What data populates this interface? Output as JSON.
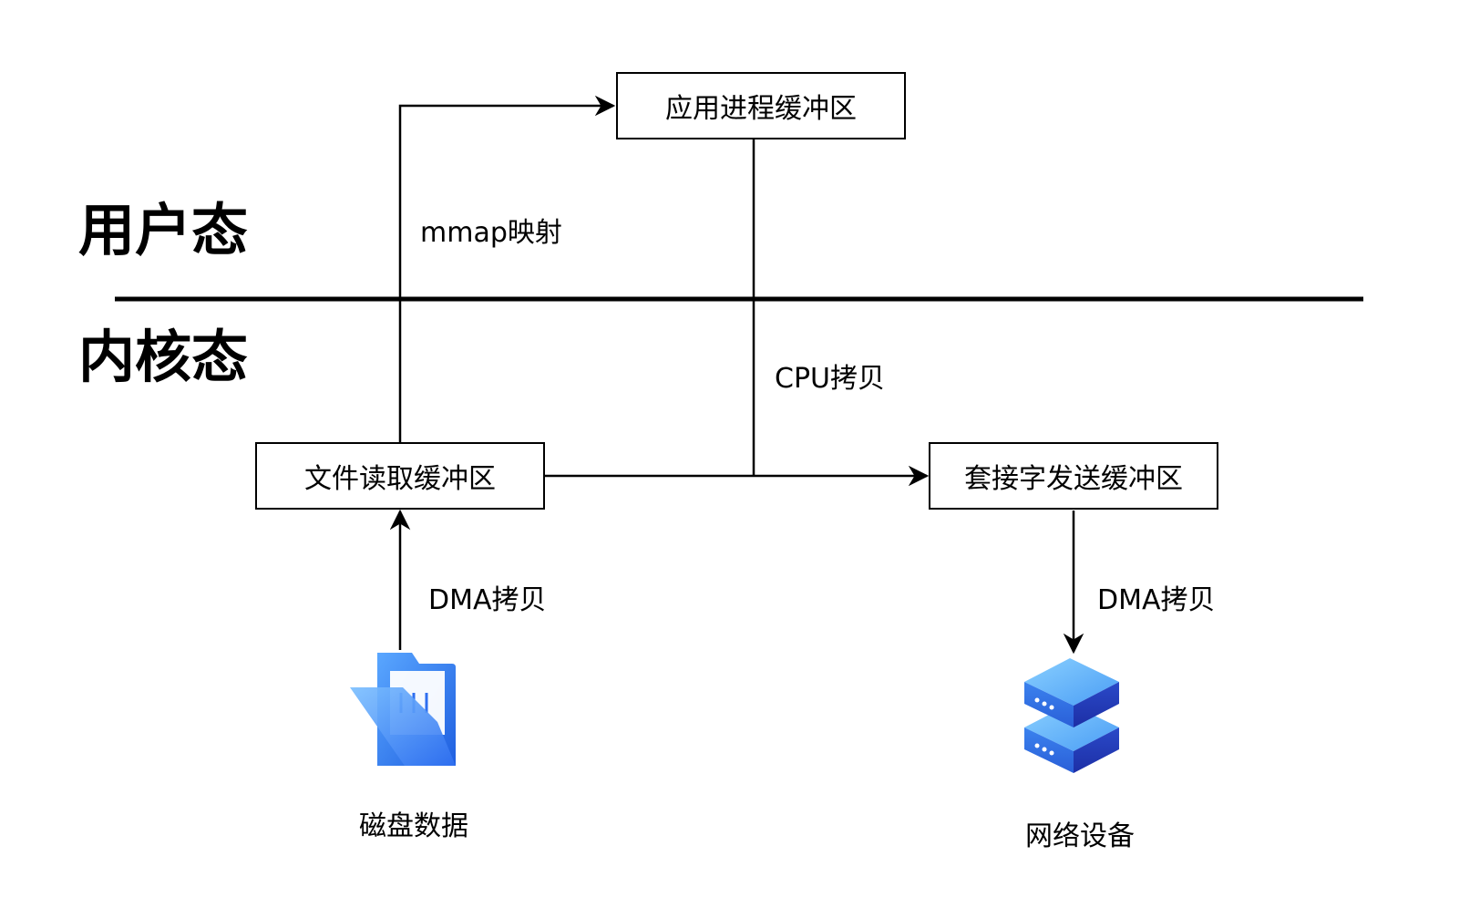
{
  "zones": {
    "user": "用户态",
    "kernel": "内核态"
  },
  "boxes": {
    "app_buffer": "应用进程缓冲区",
    "file_buffer": "文件读取缓冲区",
    "socket_buffer": "套接字发送缓冲区"
  },
  "edges": {
    "mmap": "mmap映射",
    "cpu_copy": "CPU拷贝",
    "dma_in": "DMA拷贝",
    "dma_out": "DMA拷贝"
  },
  "devices": {
    "disk": {
      "label": "磁盘数据",
      "icon": "folder-icon",
      "color": "#3f8cf7"
    },
    "network": {
      "label": "网络设备",
      "icon": "server-icon",
      "color": "#2d57d6"
    }
  }
}
